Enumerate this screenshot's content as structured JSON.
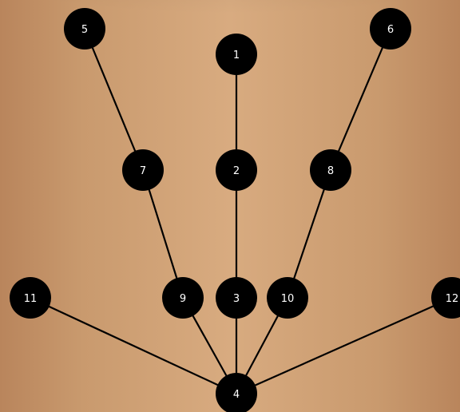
{
  "colors": {
    "skin_light": "#d8ab80",
    "skin_mid": "#c99a6e",
    "skin_dark": "#b9855c",
    "node_fill": "#000000",
    "edge": "#000000",
    "label": "#ffffff"
  },
  "nodes": [
    {
      "id": "1",
      "label": "1"
    },
    {
      "id": "2",
      "label": "2"
    },
    {
      "id": "3",
      "label": "3"
    },
    {
      "id": "4",
      "label": "4"
    },
    {
      "id": "5",
      "label": "5"
    },
    {
      "id": "6",
      "label": "6"
    },
    {
      "id": "7",
      "label": "7"
    },
    {
      "id": "8",
      "label": "8"
    },
    {
      "id": "9",
      "label": "9"
    },
    {
      "id": "10",
      "label": "10"
    },
    {
      "id": "11",
      "label": "11"
    },
    {
      "id": "12",
      "label": "12"
    }
  ],
  "edges": [
    [
      "1",
      "2"
    ],
    [
      "2",
      "3"
    ],
    [
      "3",
      "4"
    ],
    [
      "5",
      "7"
    ],
    [
      "7",
      "9"
    ],
    [
      "9",
      "4"
    ],
    [
      "6",
      "8"
    ],
    [
      "8",
      "10"
    ],
    [
      "10",
      "4"
    ],
    [
      "11",
      "4"
    ],
    [
      "12",
      "4"
    ]
  ]
}
